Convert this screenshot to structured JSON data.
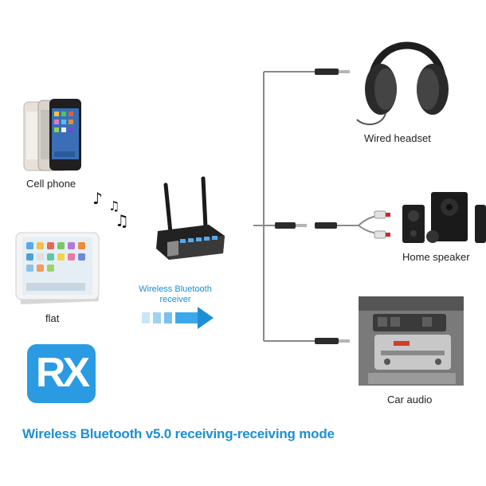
{
  "sources": {
    "phone_label": "Cell phone",
    "tablet_label": "flat"
  },
  "receiver": {
    "label_line1": "Wireless Bluetooth",
    "label_line2": "receiver"
  },
  "badge": {
    "text": "RX"
  },
  "outputs": {
    "headset_label": "Wired headset",
    "speaker_label": "Home speaker",
    "car_label": "Car audio"
  },
  "caption": "Wireless Bluetooth v5.0 receiving-receiving mode",
  "colors": {
    "accent_blue": "#1c8fd6",
    "badge_blue": "#2a9be3",
    "cable_gray": "#8a8a8a"
  }
}
